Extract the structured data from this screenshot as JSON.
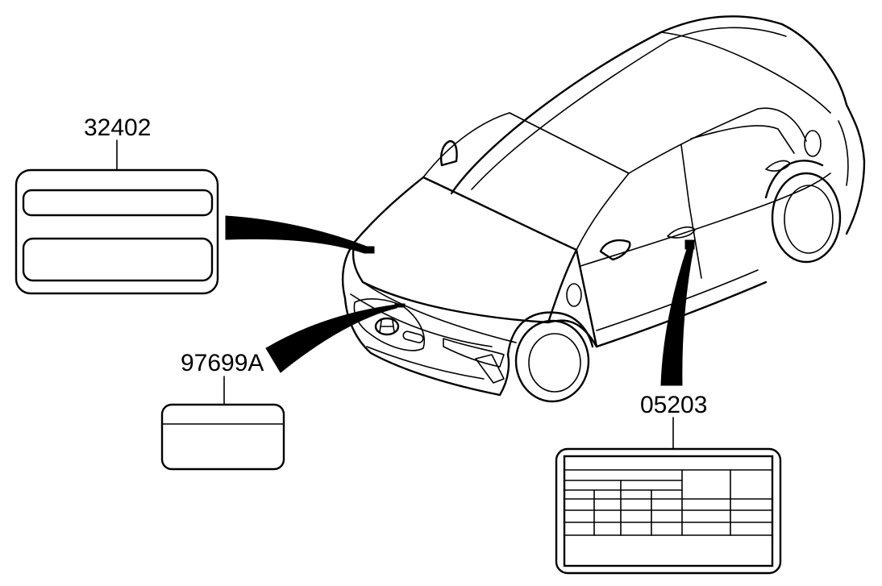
{
  "callouts": {
    "hood_label": "32402",
    "front_label": "97699A",
    "door_label": "05203"
  },
  "colors": {
    "line": "#000000",
    "background": "#ffffff"
  }
}
